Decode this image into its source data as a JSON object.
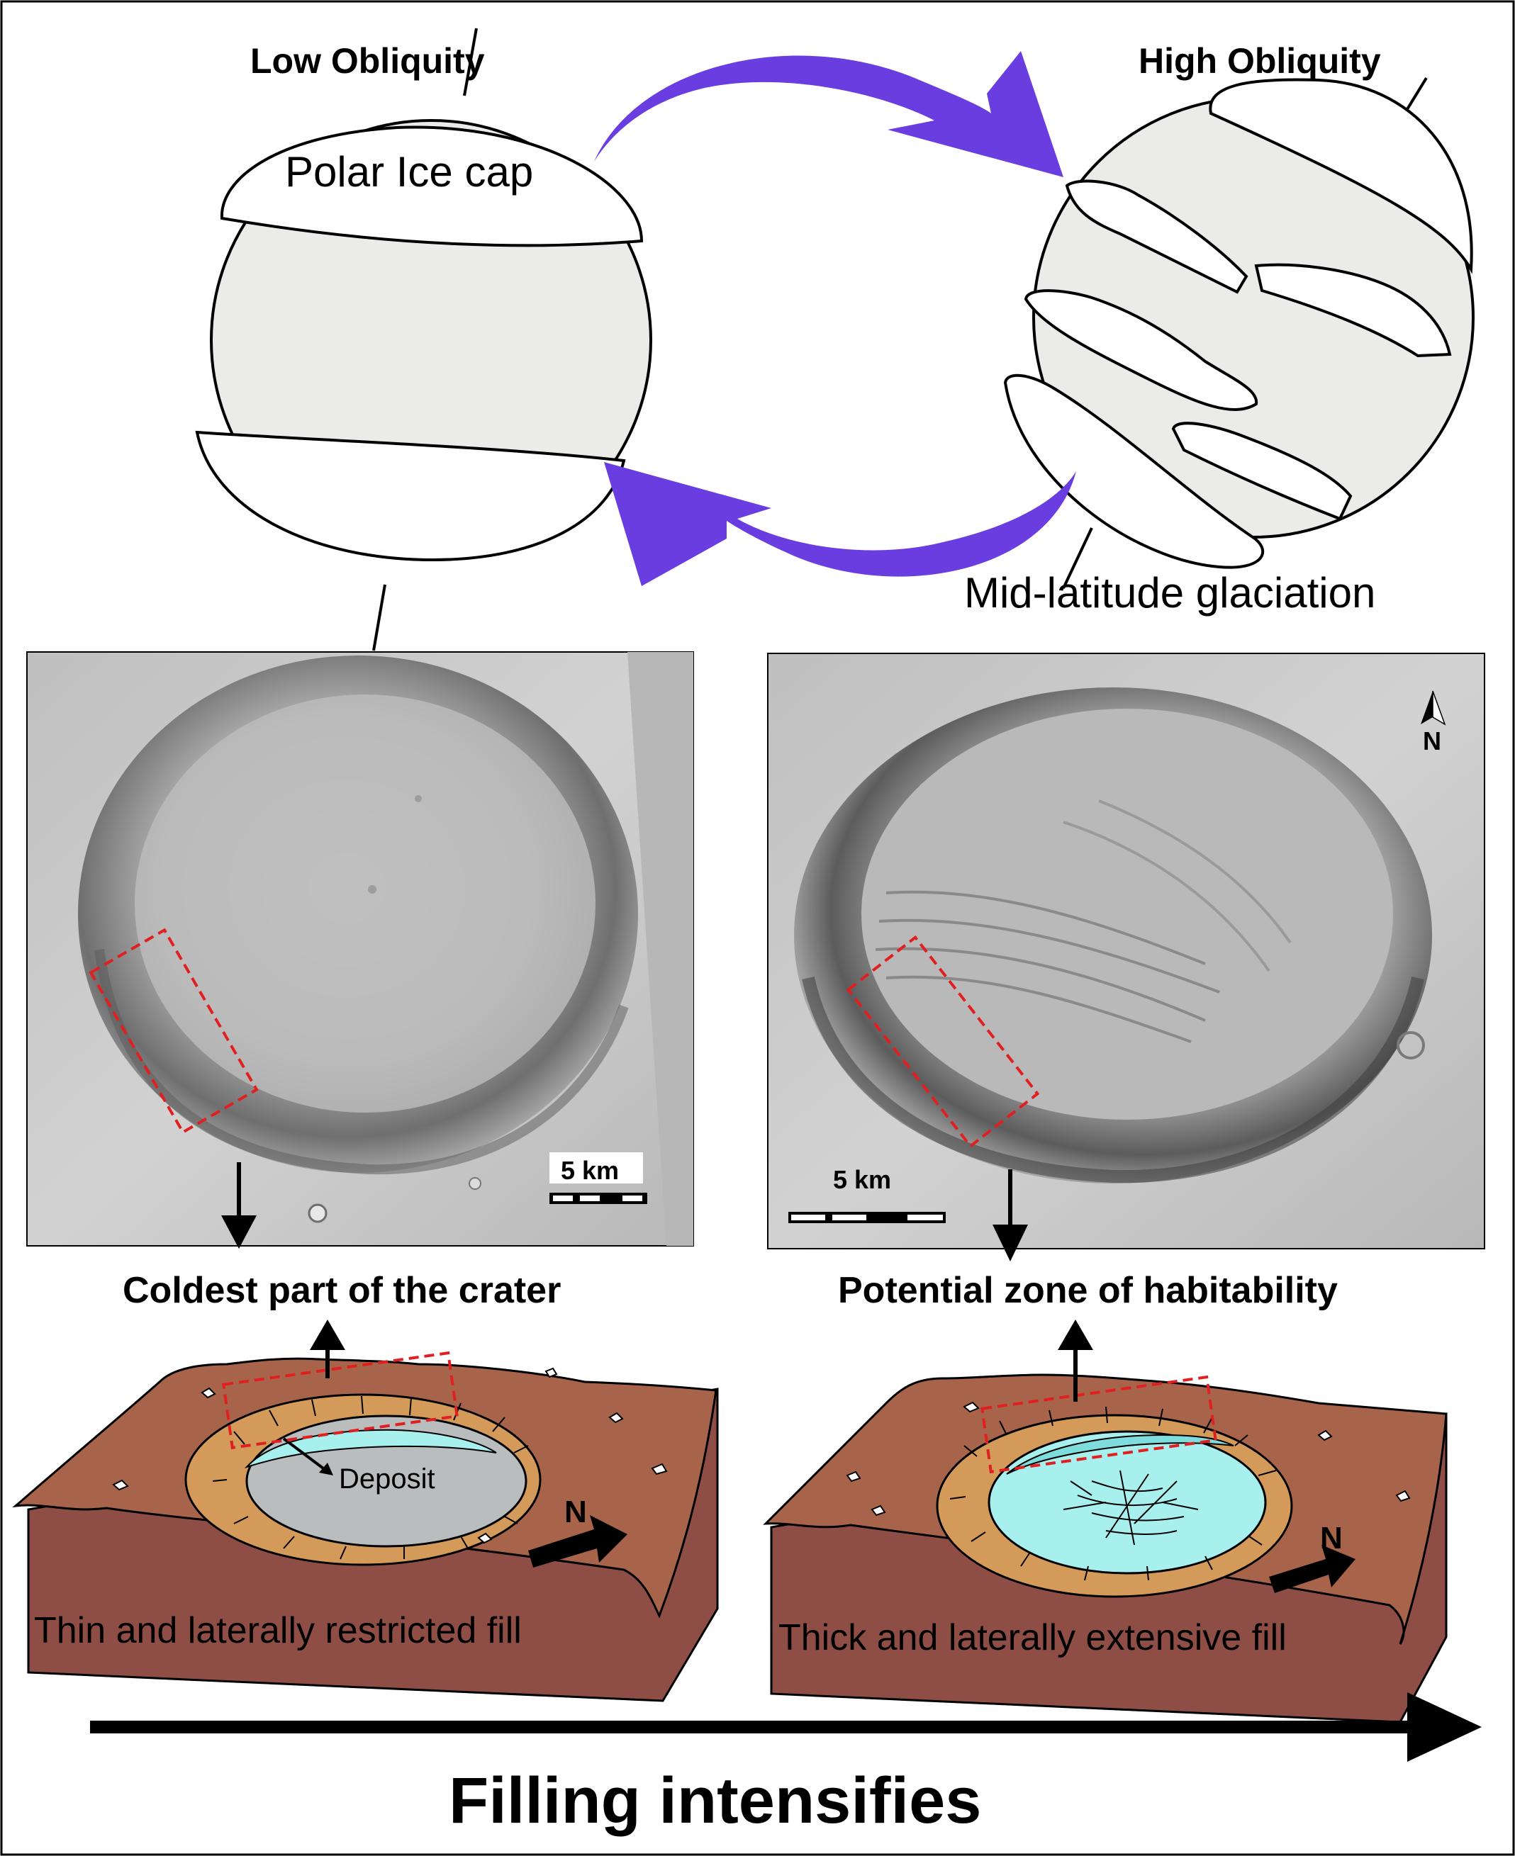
{
  "top": {
    "low_obliquity_title": "Low Obliquity",
    "high_obliquity_title": "High Obliquity",
    "polar_cap_label": "Polar Ice cap",
    "glaciation_label": "Mid-latitude glaciation"
  },
  "images": {
    "left_scale": "5 km",
    "right_scale": "5 km",
    "north_label": "N"
  },
  "callouts": {
    "left": "Coldest part of the crater",
    "right": "Potential zone of habitability"
  },
  "blocks": {
    "left_deposit": "Deposit",
    "left_north": "N",
    "right_north": "N",
    "left_caption": "Thin and laterally restricted fill",
    "right_caption": "Thick and laterally extensive fill"
  },
  "bottom": {
    "trend_label": "Filling intensifies"
  },
  "colors": {
    "planet_fill": "#ebecea",
    "cycle_arrow": "#6a3de0",
    "block_top": "#a8644a",
    "block_side": "#8e4e45",
    "crater_rim": "#d39a5a",
    "deposit_ice": "#a8f0ee",
    "deposit_grey": "#b9bdbd",
    "highlight_box": "#e02020"
  }
}
